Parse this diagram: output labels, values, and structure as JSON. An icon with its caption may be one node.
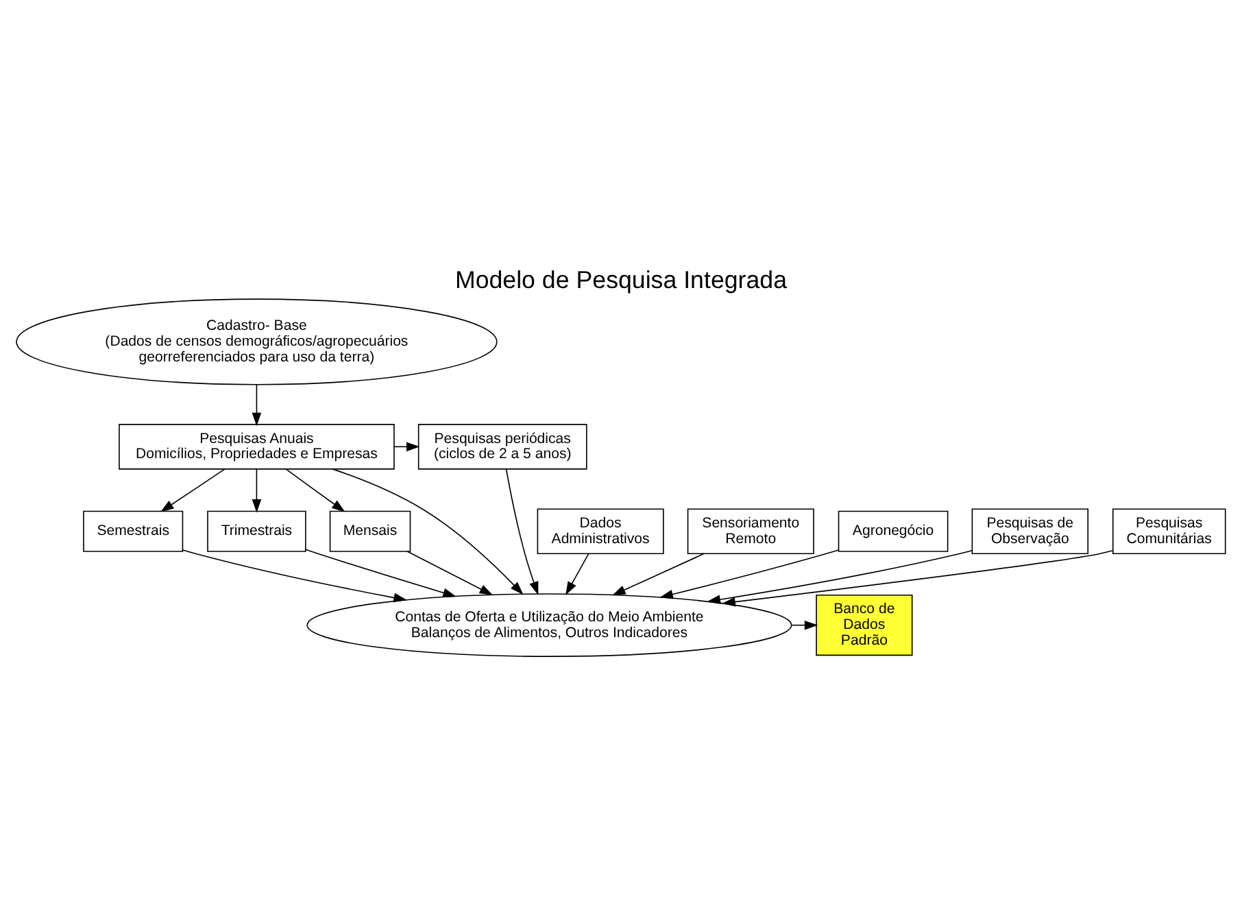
{
  "diagram": {
    "title": "Modelo de Pesquisa Integrada",
    "nodes": [
      {
        "text": [
          "Cadastro- Base",
          "(Dados de censos demográficos/agropecuários georreferenciados para uso da terra)"
        ]
      },
      {
        "text": [
          "Pesquisas Anuais",
          "Domicílios, Propriedades e Empresas"
        ]
      },
      {
        "text": [
          "Pesquisas periódicas (ciclos de 2 a 5 anos)"
        ]
      },
      {
        "text": [
          "Semestrais"
        ]
      },
      {
        "text": [
          "Trimestrais"
        ]
      },
      {
        "text": [
          "Mensais"
        ]
      },
      {
        "text": [
          "Contas de Oferta e Utilização do Meio Ambiente",
          "Balanços de Alimentos, Outros Indicadores"
        ]
      },
      {
        "text": [
          "Banco de Dados Padrão"
        ]
      },
      {
        "text": [
          "Dados Administrativos"
        ]
      },
      {
        "text": [
          "Sensoriamento Remoto"
        ]
      },
      {
        "text": [
          "Agronegócio"
        ]
      },
      {
        "text": [
          "Pesquisas de Observação"
        ]
      },
      {
        "text": [
          "Pesquisas Comunitárias"
        ]
      }
    ],
    "edges": [
      {
        "from": 0,
        "to": 1,
        "arrow": "to"
      },
      {
        "from": 1,
        "to": 2,
        "arrow": "to"
      },
      {
        "from": 1,
        "to": 3,
        "arrow": "to"
      },
      {
        "from": 1,
        "to": 4,
        "arrow": "to"
      },
      {
        "from": 1,
        "to": 5,
        "arrow": "to"
      },
      {
        "from": 1,
        "to": 6,
        "arrow": "to"
      },
      {
        "from": 2,
        "to": 6,
        "arrow": "to"
      },
      {
        "from": 3,
        "to": 6,
        "arrow": "to"
      },
      {
        "from": 4,
        "to": 6,
        "arrow": "to"
      },
      {
        "from": 5,
        "to": 6,
        "arrow": "to"
      },
      {
        "from": 6,
        "to": 7,
        "arrow": "to"
      },
      {
        "from": 8,
        "to": 6,
        "arrow": "to"
      },
      {
        "from": 9,
        "to": 6,
        "arrow": "to"
      },
      {
        "from": 10,
        "to": 6,
        "arrow": "to"
      },
      {
        "from": 11,
        "to": 6,
        "arrow": "to"
      },
      {
        "from": 12,
        "to": 6,
        "arrow": "to"
      }
    ]
  }
}
